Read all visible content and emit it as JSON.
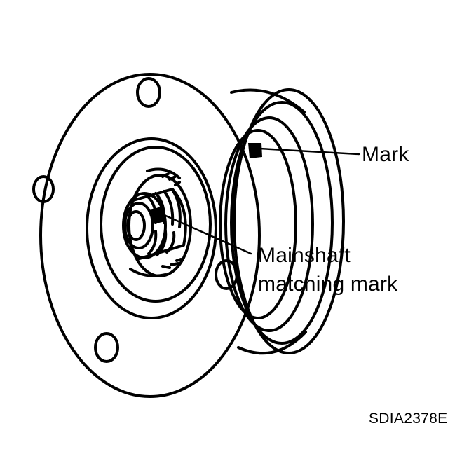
{
  "figure": {
    "labels": {
      "mark": "Mark",
      "mainshaft_line1": "Mainshaft",
      "mainshaft_line2": "matching mark",
      "figure_code": "SDIA2378E"
    },
    "colors": {
      "ink": "#000000",
      "paper": "#ffffff"
    }
  }
}
